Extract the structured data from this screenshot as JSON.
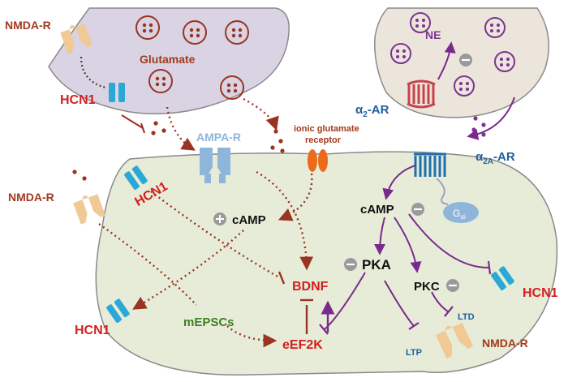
{
  "labels": {
    "nmda_r_top_left": "NMDA-R",
    "glutamate": "Glutamate",
    "hcn1_presyn": "HCN1",
    "ampa_r": "AMPA-R",
    "ionic_glutamate_receptor_line1": "ionic glutamate",
    "ionic_glutamate_receptor_line2": "receptor",
    "ne": "NE",
    "alpha2_ar": "α",
    "alpha2_ar_sub": "2",
    "alpha2_ar_suffix": "-AR",
    "alpha2a_ar": "α",
    "alpha2a_ar_sub": "2A",
    "alpha2a_ar_suffix": "-AR",
    "g_alpha_i": "G",
    "g_alpha_i_sub": "αi",
    "nmda_r_left": "NMDA-R",
    "hcn1_post_top": "HCN1",
    "camp_left": "cAMP",
    "camp_right": "cAMP",
    "pka": "PKA",
    "pkc": "PKC",
    "bdnf": "BDNF",
    "eef2k": "eEF2K",
    "mepscs": "mEPSCs",
    "hcn1_left": "HCN1",
    "hcn1_right": "HCN1",
    "ltd": "LTD",
    "ltp": "LTP",
    "nmda_r_bottom_right": "NMDA-R"
  },
  "colors": {
    "presyn_glut_fill": "#d9d3e3",
    "presyn_ne_fill": "#ebe5dc",
    "postsyn_fill": "#e6ecd8",
    "vesicle_stroke": "#9a3320",
    "vesicle_dot": "#9a3320",
    "ne_vesicle": "#7a3590",
    "red_label": "#d21f1f",
    "brown_label": "#a23a1c",
    "green_label": "#3e7f22",
    "blue_label": "#1f5fa0",
    "purple_arrow": "#7a2a8c",
    "brown_arrow": "#9a3320",
    "hcn_blue": "#2aa8d6",
    "ampa_blue": "#8fb6da",
    "nmda_tan": "#f0c994",
    "orange_receptor": "#ec6a1a",
    "minus_gray": "#9a9a9a"
  }
}
